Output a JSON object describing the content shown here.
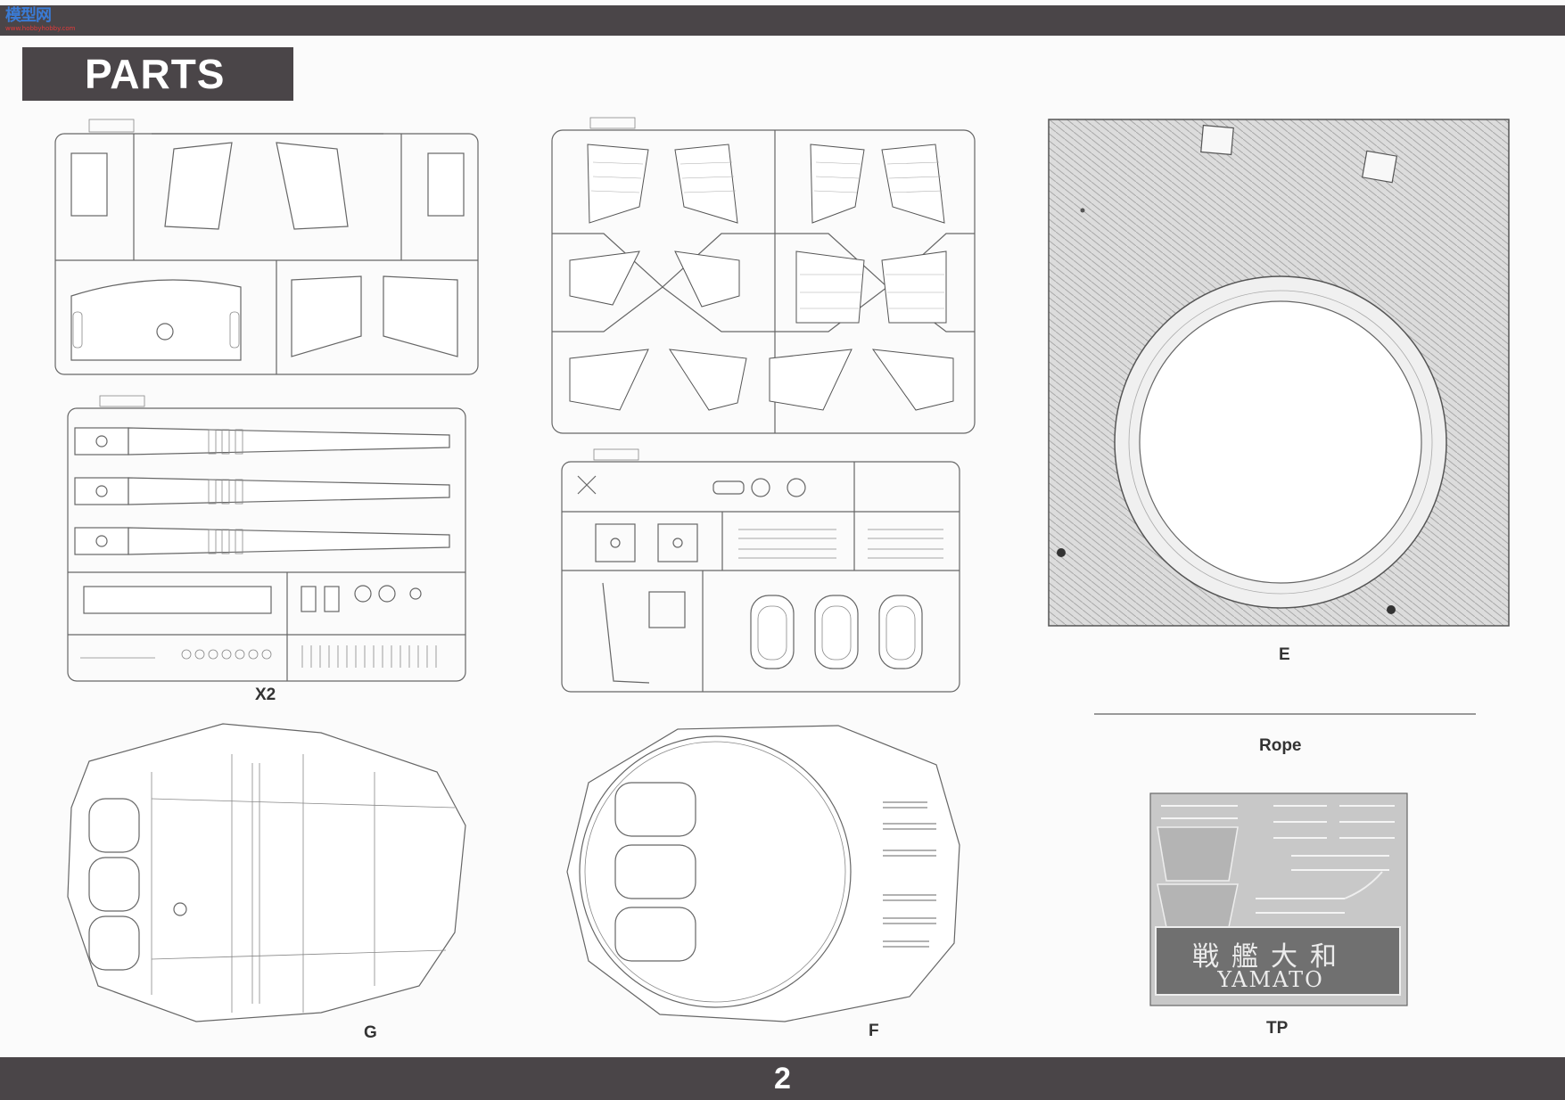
{
  "header": {
    "title": "PARTS",
    "logo_text": "模型网",
    "logo_url": "www.hobbyhobby.com"
  },
  "parts": {
    "sprue_x": "X2",
    "sprue_e": "E",
    "sprue_g": "G",
    "sprue_f": "F",
    "rope": "Rope",
    "photo_etch": "TP",
    "nameplate_kanji": "戦艦大和",
    "nameplate_roman": "YAMATO"
  },
  "footer": {
    "page_number": "2"
  }
}
